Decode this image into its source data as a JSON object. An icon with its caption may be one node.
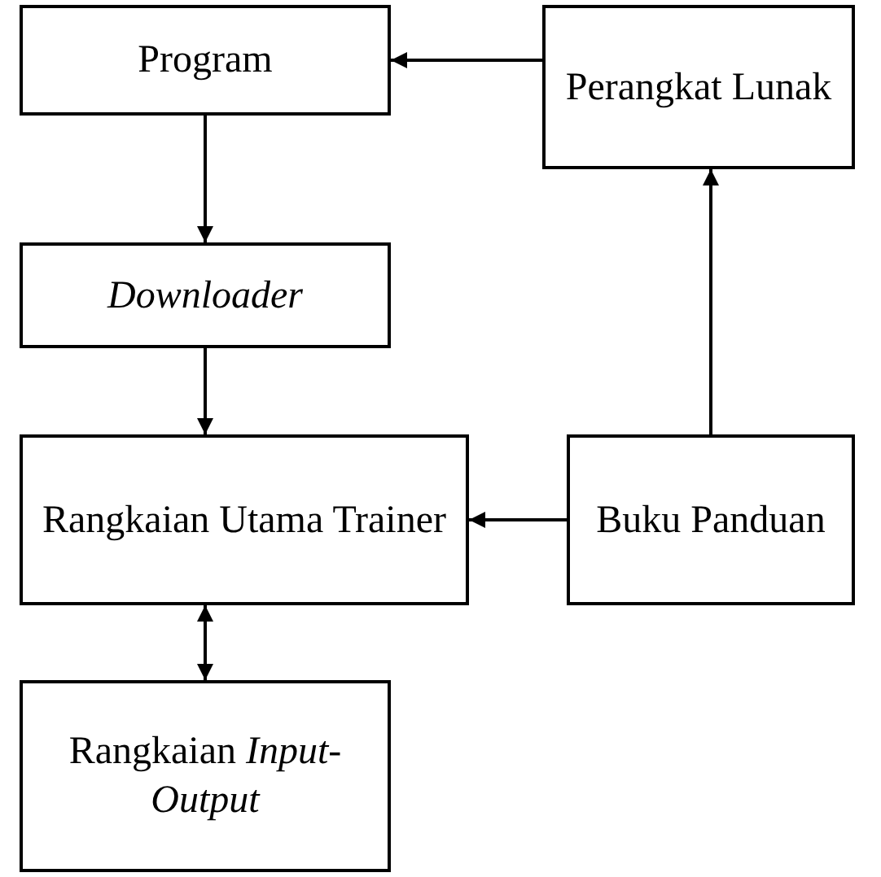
{
  "diagram": {
    "nodes": [
      {
        "text": [
          "Program"
        ]
      },
      {
        "text": [
          "Perangkat Lunak"
        ]
      },
      {
        "text": [
          "Downloader"
        ]
      },
      {
        "text": [
          "Rangkaian Utama Trainer"
        ]
      },
      {
        "text": [
          "Buku Panduan"
        ]
      },
      {
        "text": [
          "Rangkaian *Input-Output*"
        ]
      }
    ],
    "edges": [
      {
        "from": 1,
        "to": 0,
        "arrow": "to"
      },
      {
        "from": 0,
        "to": 2,
        "arrow": "to"
      },
      {
        "from": 2,
        "to": 3,
        "arrow": "to"
      },
      {
        "from": 4,
        "to": 3,
        "arrow": "to"
      },
      {
        "from": 4,
        "to": 1,
        "arrow": "to"
      },
      {
        "from": 3,
        "to": 5,
        "arrow": "both"
      }
    ]
  }
}
